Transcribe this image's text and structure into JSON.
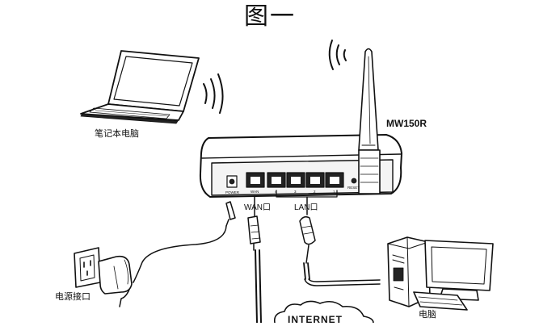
{
  "title": "图一",
  "labels": {
    "laptop": "笔记本电脑",
    "router_model": "MW150R",
    "wan": "WAN口",
    "lan": "LAN口",
    "power": "电源接口",
    "pc": "电脑",
    "internet": "INTERNET"
  },
  "port_labels": [
    "WAN",
    "4",
    "3",
    "2",
    "1"
  ],
  "panel_labels": {
    "power": "POWER",
    "reset": "RESET"
  },
  "icons": [
    "laptop-icon",
    "router-icon",
    "antenna-icon",
    "wireless-signal-icon",
    "power-adapter-icon",
    "wall-socket-icon",
    "desktop-pc-icon",
    "ethernet-plug-icon",
    "cloud-icon"
  ]
}
